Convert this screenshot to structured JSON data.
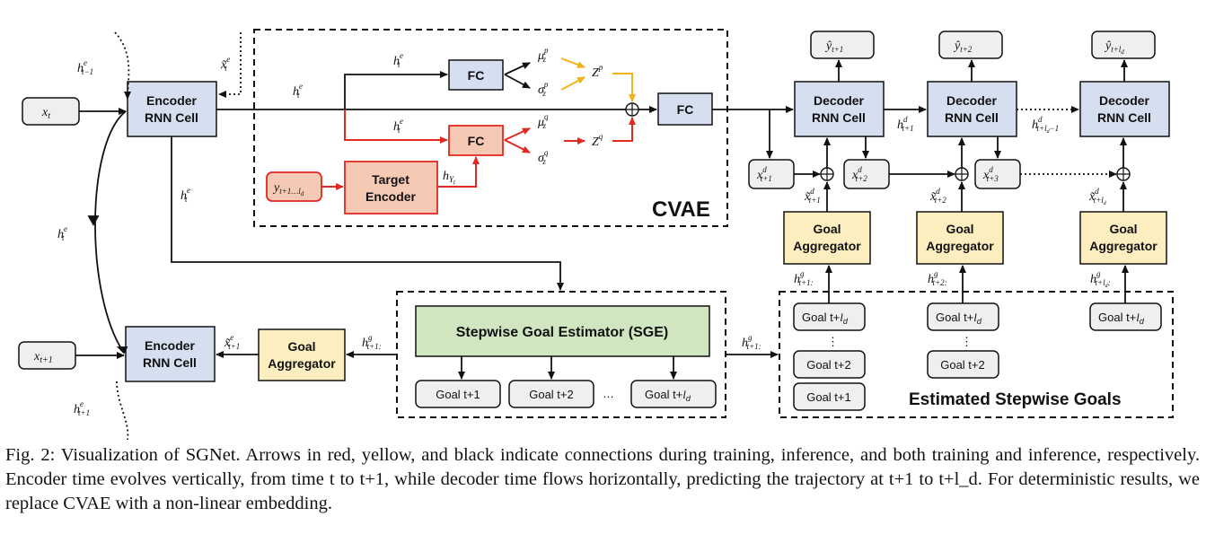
{
  "colors": {
    "blue": "#d5dff0",
    "red_fill": "#f6c9b5",
    "yellow": "#fdeec0",
    "green": "#cfe6c0",
    "gray": "#efefef",
    "red": "#e02a20",
    "orange": "#f0b41a",
    "black": "#111111"
  },
  "labels": {
    "encoder": [
      "Encoder",
      "RNN Cell"
    ],
    "decoder": [
      "Decoder",
      "RNN Cell"
    ],
    "goal_agg": [
      "Goal",
      "Aggregator"
    ],
    "target_encoder": [
      "Target",
      "Encoder"
    ],
    "fc": "FC",
    "cvae": "CVAE",
    "sge": "Stepwise Goal Estimator (SGE)",
    "estimated_goals": "Estimated Stepwise Goals",
    "goal_t1": "Goal t+1",
    "goal_t2": "Goal t+2",
    "goal_tl_prefix": "Goal t+",
    "ellipsis": "…",
    "vdots": "⋮"
  },
  "caption": "Fig. 2: Visualization of SGNet. Arrows in red, yellow, and black indicate connections during training, inference, and both training and inference, respectively. Encoder time evolves vertically, from time t to t+1, while decoder time flows horizontally, predicting the trajectory at t+1 to t+l_d. For deterministic results, we replace CVAE with a non-linear embedding."
}
